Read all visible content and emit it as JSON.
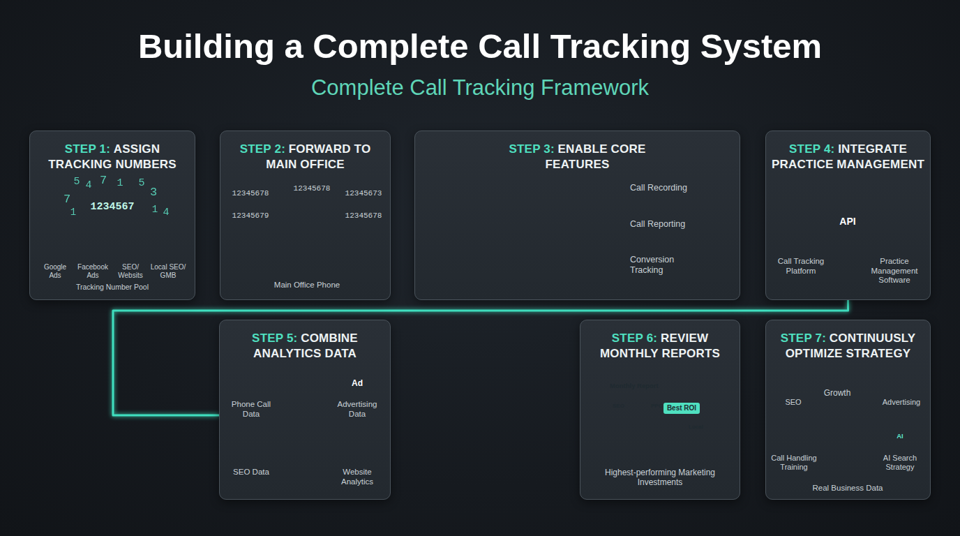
{
  "diagram": {
    "title": "Building a Complete Call Tracking System",
    "nodes": [
      {
        "text": [
          "STEP 1:",
          "ASSIGN TRACKING NUMBERS"
        ]
      },
      {
        "text": [
          "STEP 2:",
          "FORWARD TO MAIN OFFICE"
        ]
      },
      {
        "text": [
          "STEP 3:",
          "ENABLE CORE FEATURES"
        ]
      },
      {
        "text": [
          "STEP 4:",
          "INTEGRATE PRACTICE MANAGEMENT"
        ]
      },
      {
        "text": [
          "STEP 5:",
          "COMBINE ANALYTICS DATA"
        ]
      },
      {
        "text": [
          "STEP 6:",
          "REVIEW MONTHLY REPORTS"
        ]
      },
      {
        "text": [
          "STEP 7:",
          "CONTINUUSLY OPTIMIZE STRATEGY"
        ]
      }
    ],
    "edges": [
      {
        "from": 0,
        "to": 1,
        "arrow": "none"
      },
      {
        "from": 1,
        "to": 2,
        "arrow": "none"
      },
      {
        "from": 2,
        "to": 3,
        "arrow": "none"
      },
      {
        "from": 3,
        "to": 4,
        "arrow": "none"
      },
      {
        "from": 4,
        "to": 5,
        "arrow": "none"
      },
      {
        "from": 5,
        "to": 6,
        "arrow": "none"
      }
    ],
    "labels": [
      "5",
      "4",
      "7",
      "1",
      "5",
      "3",
      "7",
      "1",
      "1",
      "4",
      "1234567",
      "Google Ads",
      "Facebook Ads",
      "SEO/ Websits",
      "Local SEO/ GMB",
      "Tracking Number Pool",
      "12345678",
      "12345678",
      "12345673",
      "12345679",
      "12345678",
      "Main Office Phone",
      "Call Recording",
      "Call Reporting",
      "Conversion Tracking",
      "API",
      "Call Tracking Platform",
      "Practice Management Software",
      "Phone Call Data",
      "Ad",
      "Advertising Data",
      "SEO Data",
      "Website Analytics",
      "Monthly Report",
      "SEO",
      "PPC",
      "Best ROI",
      "Local",
      "Highest-performing Marketing Investments",
      "SEO",
      "Growth",
      "Advertising",
      "Call Handling Training",
      "AI",
      "AI Search Strategy",
      "Real Business Data",
      "Complete Call Tracking Framework"
    ]
  }
}
